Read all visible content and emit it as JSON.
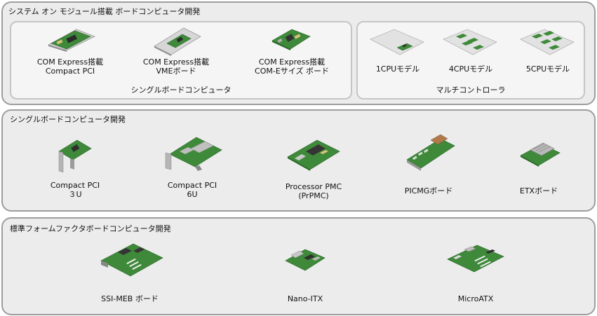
{
  "sections": {
    "som": {
      "title": "システム オン モジュール搭載 ボードコンピュータ開発",
      "group_sbc": {
        "label": "シングルボードコンピュータ",
        "items": [
          {
            "line1": "COM Express搭載",
            "line2": "Compact PCI",
            "icon": "com-express-compactpci-board-image"
          },
          {
            "line1": "COM Express搭載",
            "line2": "VMEボード",
            "icon": "com-express-vme-board-image"
          },
          {
            "line1": "COM Express搭載",
            "line2": "COM-Eサイズ ボード",
            "icon": "com-express-come-size-board-image"
          }
        ]
      },
      "group_multi": {
        "label": "マルチコントローラ",
        "items": [
          {
            "line1": "1CPUモデル",
            "icon": "1cpu-model-image"
          },
          {
            "line1": "4CPUモデル",
            "icon": "4cpu-model-image"
          },
          {
            "line1": "5CPUモデル",
            "icon": "5cpu-model-image"
          }
        ]
      }
    },
    "sbc": {
      "title": "シングルボードコンピュータ開発",
      "items": [
        {
          "line1": "Compact PCI",
          "line2": "３U",
          "icon": "compactpci-3u-board-image"
        },
        {
          "line1": "Compact PCI",
          "line2": "6U",
          "icon": "compactpci-6u-board-image"
        },
        {
          "line1": "Processor PMC",
          "line2": "(PrPMC)",
          "icon": "processor-pmc-board-image"
        },
        {
          "line1": "PICMGボード",
          "icon": "picmg-board-image"
        },
        {
          "line1": "ETXボード",
          "icon": "etx-board-image"
        }
      ]
    },
    "std": {
      "title": "標準フォームファクタボードコンピュータ開発",
      "items": [
        {
          "line1": "SSI-MEB ボード",
          "icon": "ssi-meb-board-image"
        },
        {
          "line1": "Nano-ITX",
          "icon": "nano-itx-board-image"
        },
        {
          "line1": "MicroATX",
          "icon": "microatx-board-image"
        }
      ]
    }
  },
  "colors": {
    "panel_border": "#9d9d9d",
    "panel_bg": "#ececec",
    "subpanel_border": "#c5c5c5",
    "subpanel_bg": "#f5f5f5",
    "pcb_green": "#3f8a3a",
    "chassis_silver": "#c8c8c8"
  }
}
